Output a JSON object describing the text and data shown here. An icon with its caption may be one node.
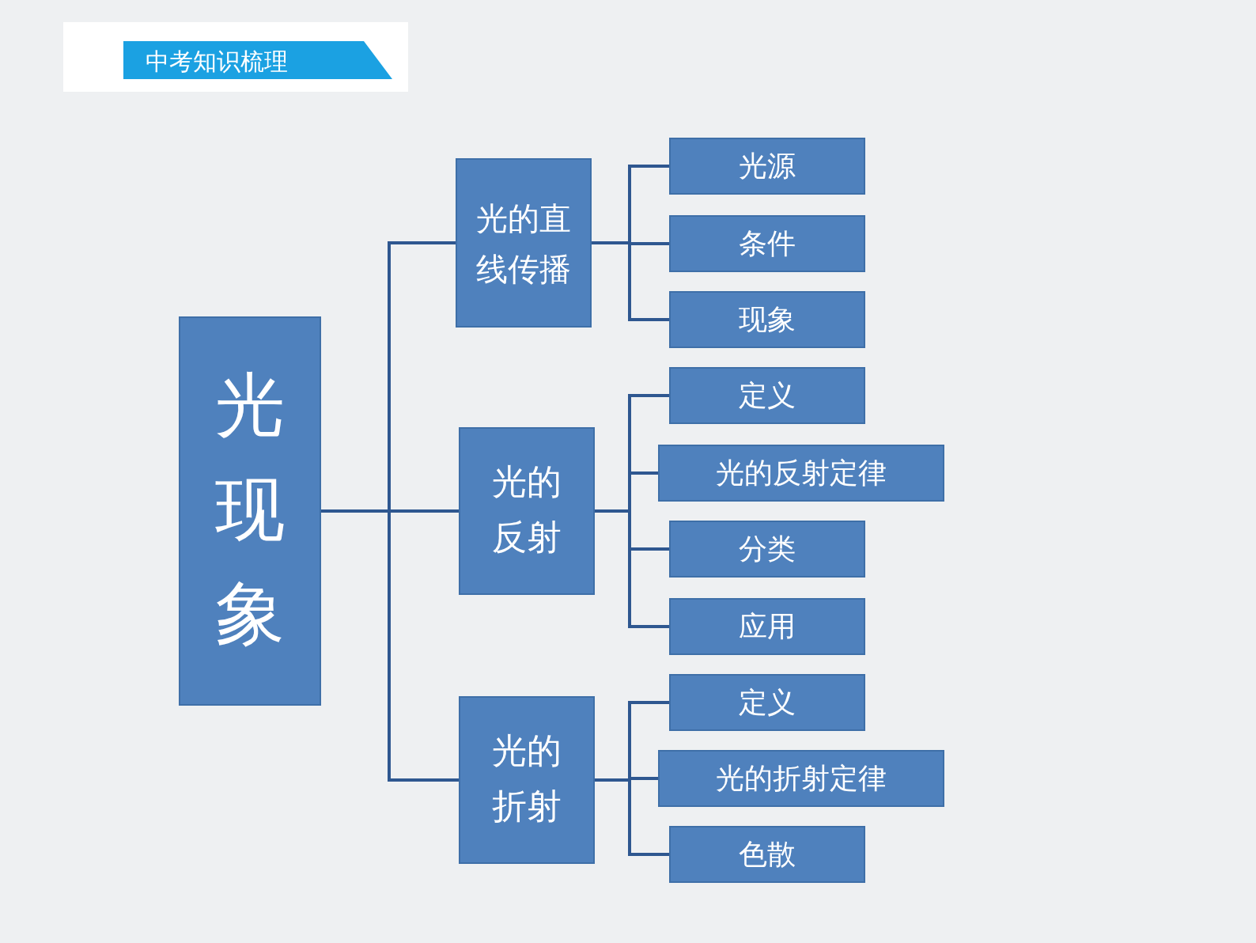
{
  "diagram": {
    "nodes": [
      {
        "text": [
          "光现象"
        ]
      },
      {
        "text": [
          "光的直线传播"
        ]
      },
      {
        "text": [
          "光源"
        ]
      },
      {
        "text": [
          "条件"
        ]
      },
      {
        "text": [
          "现象"
        ]
      },
      {
        "text": [
          "光的反射"
        ]
      },
      {
        "text": [
          "定义"
        ]
      },
      {
        "text": [
          "光的反射定律"
        ]
      },
      {
        "text": [
          "分类"
        ]
      },
      {
        "text": [
          "应用"
        ]
      },
      {
        "text": [
          "光的折射"
        ]
      },
      {
        "text": [
          "定义"
        ]
      },
      {
        "text": [
          "光的折射定律"
        ]
      },
      {
        "text": [
          "色散"
        ]
      }
    ],
    "edges": [
      {
        "from": 0,
        "to": 1,
        "arrow": "none"
      },
      {
        "from": 0,
        "to": 5,
        "arrow": "none"
      },
      {
        "from": 0,
        "to": 10,
        "arrow": "none"
      },
      {
        "from": 1,
        "to": 2,
        "arrow": "none"
      },
      {
        "from": 1,
        "to": 3,
        "arrow": "none"
      },
      {
        "from": 1,
        "to": 4,
        "arrow": "none"
      },
      {
        "from": 5,
        "to": 6,
        "arrow": "none"
      },
      {
        "from": 5,
        "to": 7,
        "arrow": "none"
      },
      {
        "from": 5,
        "to": 8,
        "arrow": "none"
      },
      {
        "from": 5,
        "to": 9,
        "arrow": "none"
      },
      {
        "from": 10,
        "to": 11,
        "arrow": "none"
      },
      {
        "from": 10,
        "to": 12,
        "arrow": "none"
      },
      {
        "from": 10,
        "to": 13,
        "arrow": "none"
      }
    ],
    "labels": [
      "中考知识梳理"
    ]
  }
}
